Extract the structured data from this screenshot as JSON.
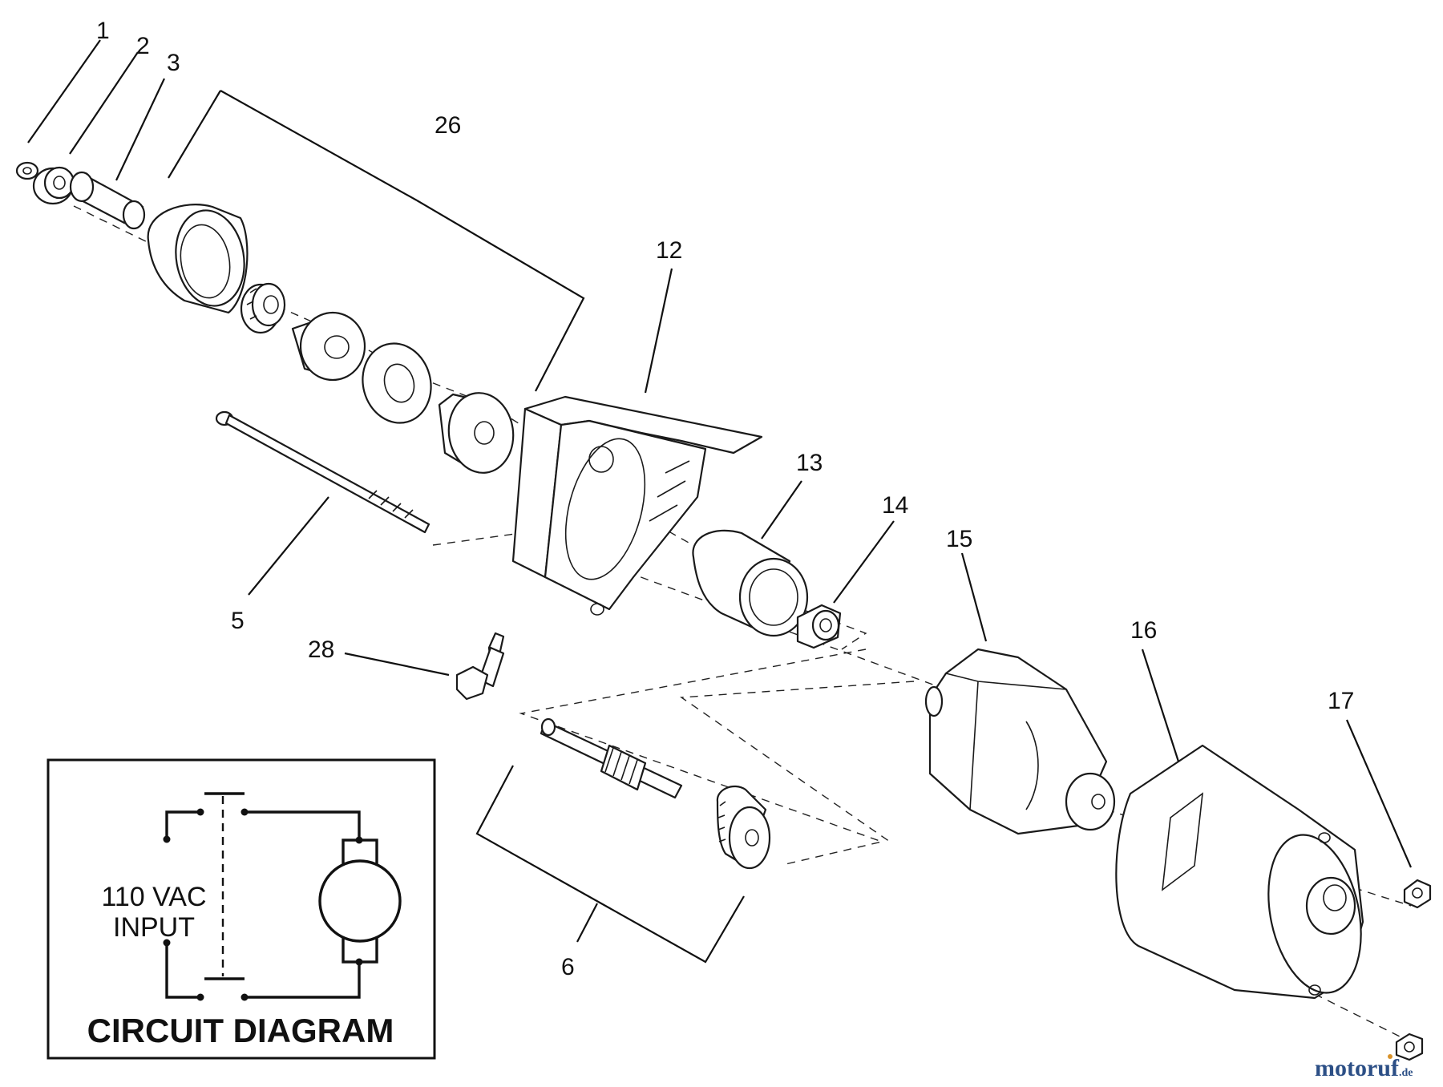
{
  "part_labels": {
    "p1": "1",
    "p2": "2",
    "p3": "3",
    "p26": "26",
    "p12": "12",
    "p13": "13",
    "p14": "14",
    "p15": "15",
    "p16": "16",
    "p17": "17",
    "p5": "5",
    "p28": "28",
    "p6": "6"
  },
  "circuit": {
    "input_line1": "110 VAC",
    "input_line2": "INPUT",
    "caption": "CIRCUIT DIAGRAM"
  },
  "watermark": {
    "brand": "motoruf",
    "tld": ".de",
    "colors": {
      "primary": "#2c4f86",
      "accent": "#d8922a"
    }
  }
}
